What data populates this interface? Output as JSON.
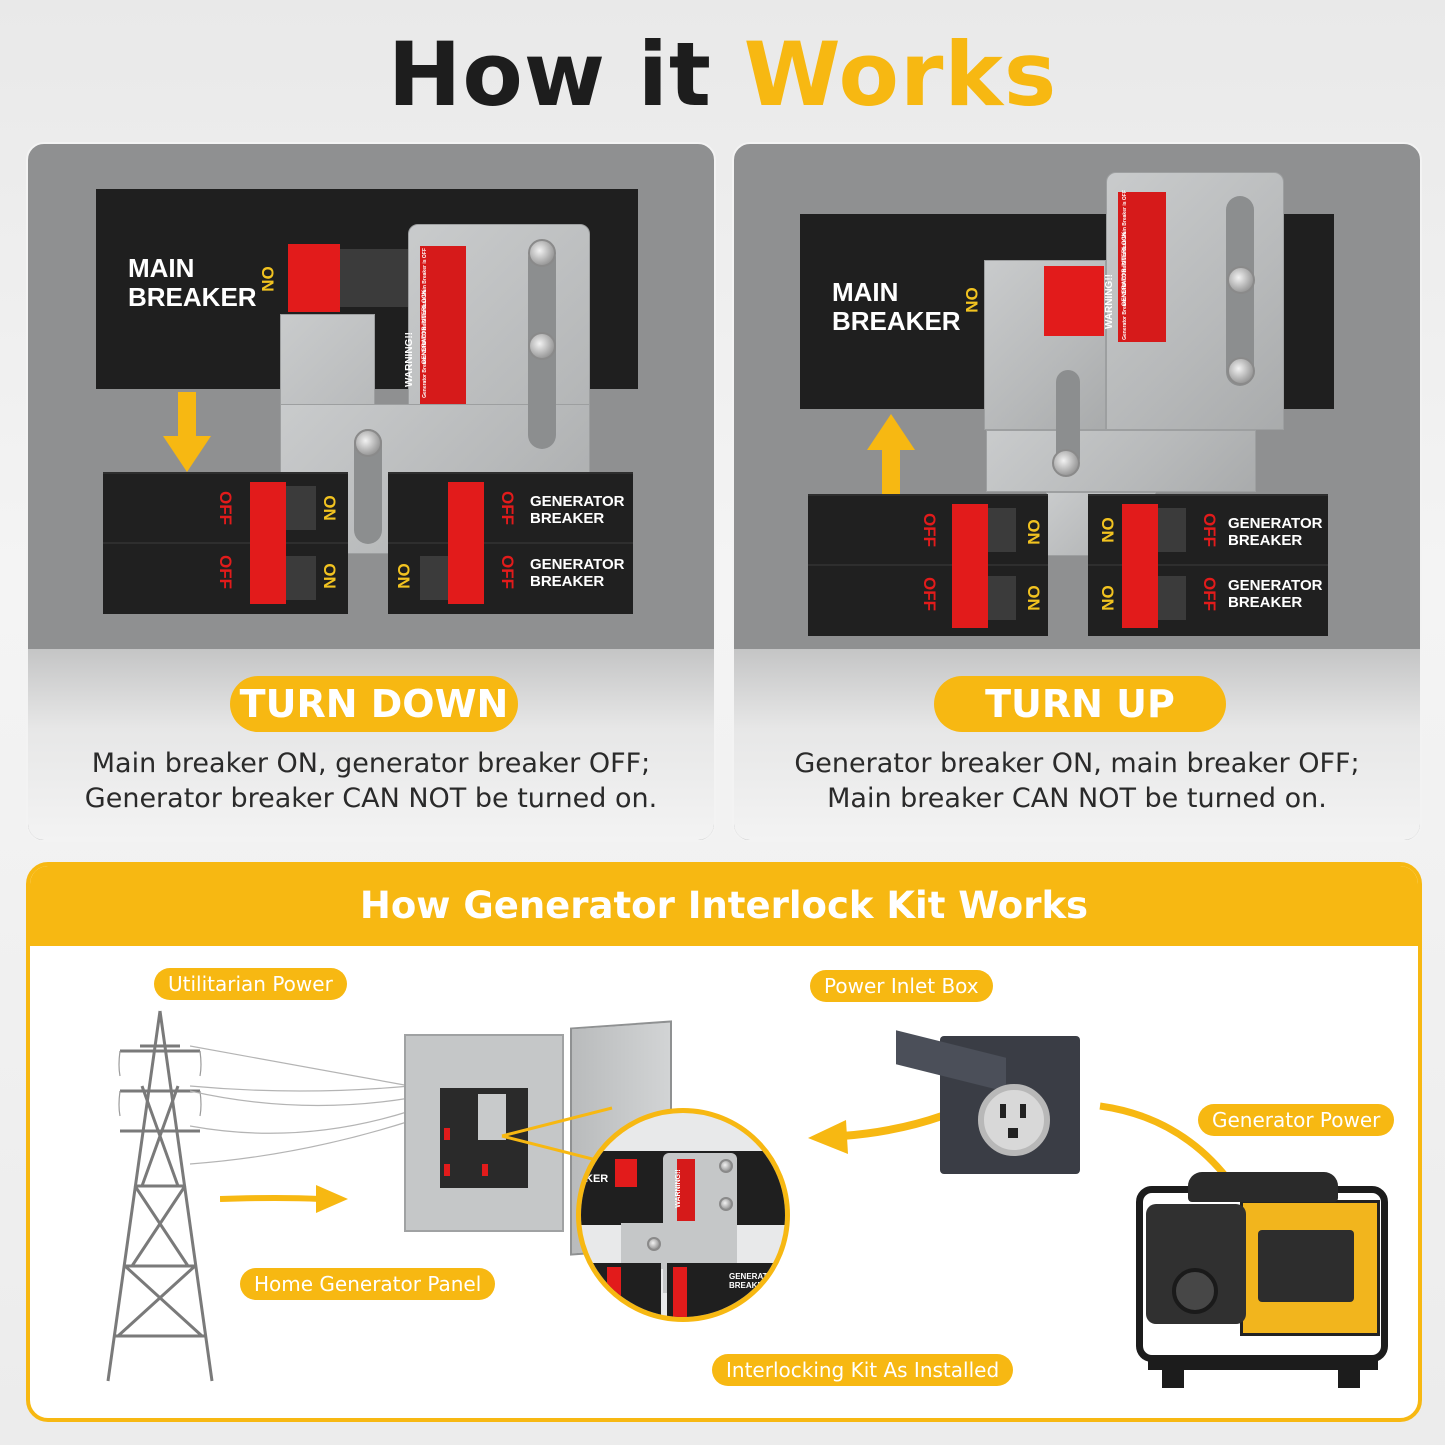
{
  "title": {
    "part1": "How it",
    "part2": "Works"
  },
  "left_card": {
    "main_label_line1": "MAIN",
    "main_label_line2": "BREAKER",
    "on": "ON",
    "off": "OFF",
    "gen_line1": "GENERATOR",
    "gen_line2": "BREAKER",
    "warning_line1": "WARNING!!",
    "warning_line2": "GENERATOR INTERLOCK",
    "warning_line3": "Generator Breaker CANNOT be ON unless Main Breaker is OFF",
    "pill": "TURN DOWN",
    "desc_line1": "Main breaker ON, generator breaker OFF;",
    "desc_line2": "Generator breaker CAN NOT be turned on."
  },
  "right_card": {
    "main_label_line1": "MAIN",
    "main_label_line2": "BREAKER",
    "on": "ON",
    "off": "OFF",
    "gen_line1": "GENERATOR",
    "gen_line2": "BREAKER",
    "warning_line1": "WARNING!!",
    "warning_line2": "GENERATOR INTERLOCK",
    "warning_line3": "Generator Breaker CANNOT be ON unless Main Breaker is OFF",
    "pill": "TURN UP",
    "desc_line1": "Generator breaker ON, main breaker OFF;",
    "desc_line2": "Main breaker CAN NOT be turned on."
  },
  "bottom": {
    "header": "How Generator Interlock Kit Works",
    "tags": {
      "utility": "Utilitarian Power",
      "inlet": "Power Inlet Box",
      "generator": "Generator Power",
      "panel": "Home Generator Panel",
      "kit": "Interlocking Kit As Installed"
    },
    "zoom_gen_line1": "GENERATOR",
    "zoom_gen_line2": "BREAKER",
    "zoom_main_partial": "KER",
    "zoom_warning": "WARNING!!"
  },
  "colors": {
    "accent": "#f7b812",
    "breaker_red": "#e21b1b",
    "panel_black": "#1f1f1f",
    "on_yellow": "#f2c320"
  }
}
